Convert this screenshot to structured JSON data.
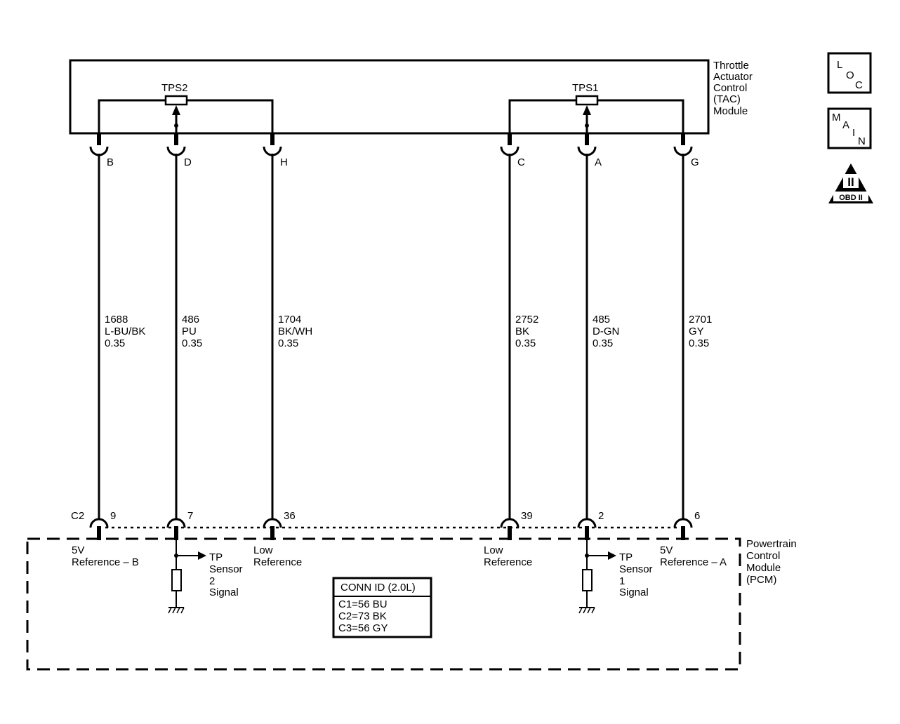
{
  "tac_module": {
    "name_lines": [
      "Throttle",
      "Actuator",
      "Control",
      "(TAC)",
      "Module"
    ],
    "sensors": [
      {
        "label": "TPS2"
      },
      {
        "label": "TPS1"
      }
    ]
  },
  "pcm": {
    "name_lines": [
      "Powertrain",
      "Control",
      "Module",
      "(PCM)"
    ],
    "connector": "C2",
    "circuit_labels": [
      {
        "lines": [
          "5V",
          "Reference – B"
        ]
      },
      {
        "lines": [
          "TP",
          "Sensor",
          "2",
          "Signal"
        ]
      },
      {
        "lines": [
          "Low",
          "Reference"
        ]
      },
      {
        "lines": [
          "Low",
          "Reference"
        ]
      },
      {
        "lines": [
          "TP",
          "Sensor",
          "1",
          "Signal"
        ]
      },
      {
        "lines": [
          "5V",
          "Reference – A"
        ]
      }
    ],
    "conn_id": {
      "title": "CONN ID (2.0L)",
      "rows": [
        "C1=56 BU",
        "C2=73 BK",
        "C3=56 GY"
      ]
    }
  },
  "wires": [
    {
      "tac_pin": "B",
      "circuit": "1688",
      "color": "L-BU/BK",
      "gauge": "0.35",
      "pcm_pin": "9"
    },
    {
      "tac_pin": "D",
      "circuit": "486",
      "color": "PU",
      "gauge": "0.35",
      "pcm_pin": "7"
    },
    {
      "tac_pin": "H",
      "circuit": "1704",
      "color": "BK/WH",
      "gauge": "0.35",
      "pcm_pin": "36"
    },
    {
      "tac_pin": "C",
      "circuit": "2752",
      "color": "BK",
      "gauge": "0.35",
      "pcm_pin": "39"
    },
    {
      "tac_pin": "A",
      "circuit": "485",
      "color": "D-GN",
      "gauge": "0.35",
      "pcm_pin": "2"
    },
    {
      "tac_pin": "G",
      "circuit": "2701",
      "color": "GY",
      "gauge": "0.35",
      "pcm_pin": "6"
    }
  ],
  "icons": {
    "loc": {
      "letters": [
        "L",
        "O",
        "C"
      ]
    },
    "main": {
      "letters": [
        "M",
        "A",
        "I",
        "N"
      ]
    },
    "obd": {
      "numeral": "II",
      "text": "OBD II"
    }
  }
}
